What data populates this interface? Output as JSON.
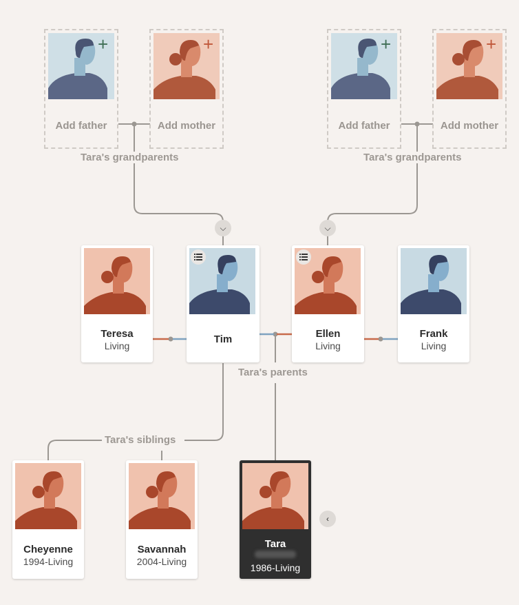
{
  "grandparents_left": {
    "father_label": "Add father",
    "mother_label": "Add mother",
    "group_label": "Tara's grandparents"
  },
  "grandparents_right": {
    "father_label": "Add father",
    "mother_label": "Add mother",
    "group_label": "Tara's grandparents"
  },
  "parents": {
    "group_label": "Tara's parents",
    "teresa": {
      "name": "Teresa",
      "sub": "Living"
    },
    "tim": {
      "name": "Tim"
    },
    "ellen": {
      "name": "Ellen",
      "sub": "Living"
    },
    "frank": {
      "name": "Frank",
      "sub": "Living"
    }
  },
  "siblings": {
    "group_label": "Tara's siblings",
    "cheyenne": {
      "name": "Cheyenne",
      "sub": "1994-Living"
    },
    "savannah": {
      "name": "Savannah",
      "sub": "2004-Living"
    }
  },
  "focus": {
    "name": "Tara",
    "sub": "1986-Living"
  },
  "icons": {
    "expand": "chevron-down-icon",
    "menu": "list-icon",
    "collapse": "chevron-left-icon",
    "add": "plus-icon"
  },
  "colors": {
    "male_bg": "#c9dbe3",
    "female_bg": "#f0c9b8",
    "female_line": "#c86a4a",
    "male_line": "#7fa3c0",
    "selected_bg": "#2f2f2f"
  }
}
